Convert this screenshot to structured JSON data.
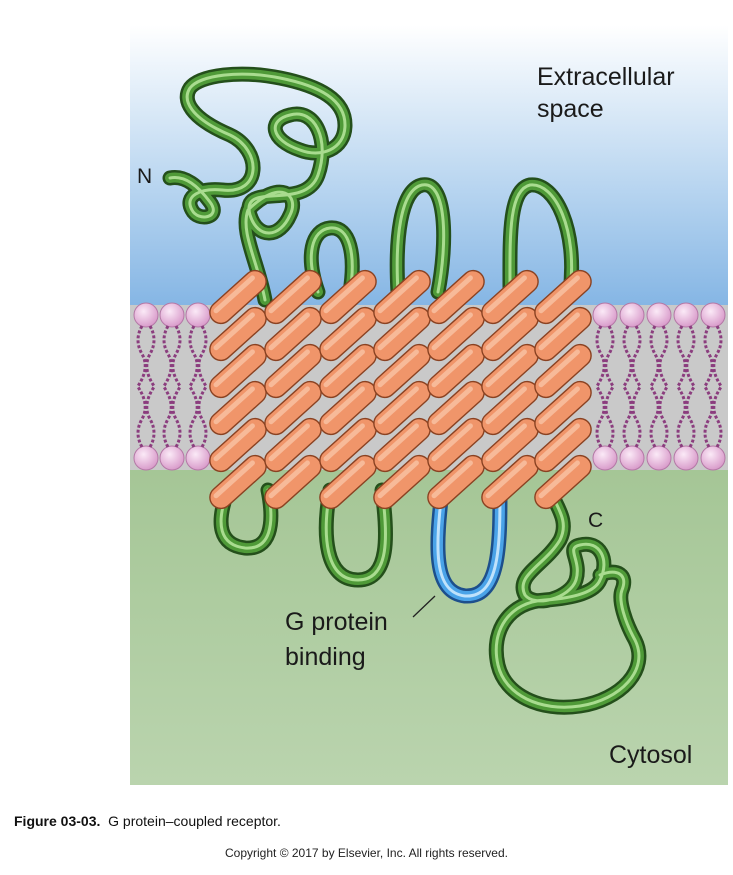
{
  "labels": {
    "extracellular_line1": "Extracellular",
    "extracellular_line2": "space",
    "cytosol": "Cytosol",
    "n_terminus": "N",
    "c_terminus": "C",
    "binding_line1": "G protein",
    "binding_line2": "binding"
  },
  "caption": {
    "figure_number": "Figure 03-03.",
    "text": "G protein–coupled receptor."
  },
  "copyright": "Copyright © 2017 by Elsevier, Inc. All rights reserved.",
  "colors": {
    "extracellular_top": "#ffffff",
    "extracellular_bottom": "#7fb2e3",
    "cytosol": "#a9c99c",
    "protein_chain": "#3f8a2c",
    "g_protein_loop": "#3a8fd8",
    "helix": "#f0956a",
    "lipid_head": "#e8b0dd",
    "lipid_tail": "#8b3d7e"
  }
}
